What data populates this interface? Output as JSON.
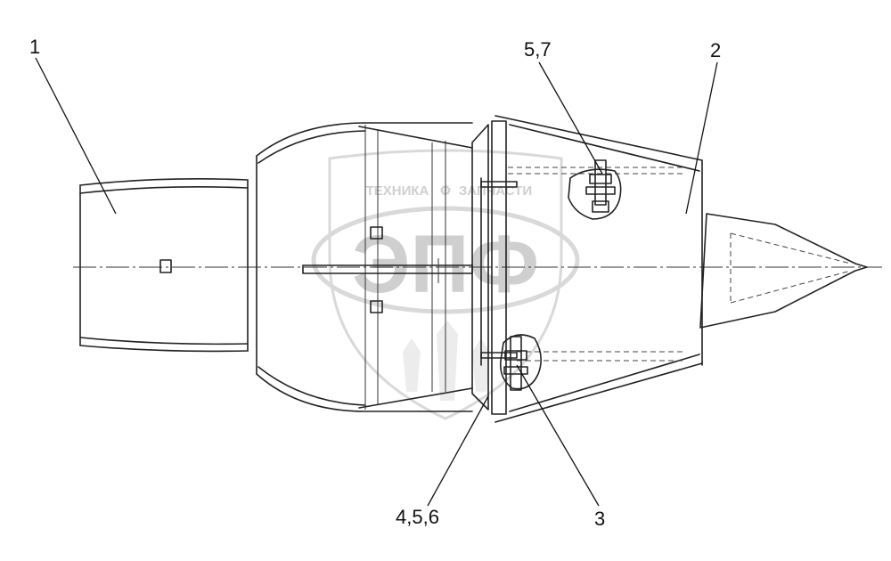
{
  "callouts": {
    "part_1": "1",
    "part_2": "2",
    "part_3": "3",
    "parts_5_7": "5,7",
    "parts_4_5_6": "4,5,6"
  },
  "watermark": {
    "line_1": "ТЕХНИКА",
    "line_2": "ЗАПЧАСТИ",
    "logo": "ЭПФ"
  }
}
